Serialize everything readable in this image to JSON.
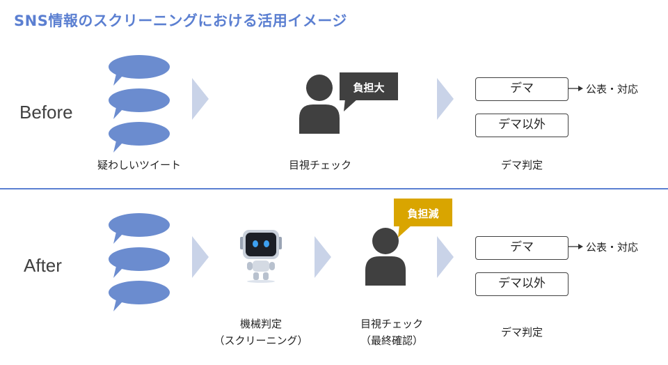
{
  "title": "SNS情報のスクリーニングにおける活用イメージ",
  "colors": {
    "accent": "#5b7fd1",
    "bubble": "#6b8ccf",
    "chevron": "#c9d3e8",
    "person": "#404040",
    "burden_high": "#404040",
    "burden_low": "#d9a500"
  },
  "before": {
    "label": "Before",
    "source_caption": "疑わしいツイート",
    "check_caption": "目視チェック",
    "burden": "負担大",
    "verdict_caption": "デマ判定",
    "box_fake": "デマ",
    "box_other": "デマ以外",
    "response": "公表・対応"
  },
  "after": {
    "label": "After",
    "machine_caption_line1": "機械判定",
    "machine_caption_line2": "（スクリーニング）",
    "check_caption_line1": "目視チェック",
    "check_caption_line2": "（最終確認）",
    "burden": "負担減",
    "verdict_caption": "デマ判定",
    "box_fake": "デマ",
    "box_other": "デマ以外",
    "response": "公表・対応"
  },
  "icons": [
    "speech-bubble-icon",
    "chevron-right-icon",
    "person-icon",
    "robot-icon",
    "arrow-right-icon"
  ]
}
